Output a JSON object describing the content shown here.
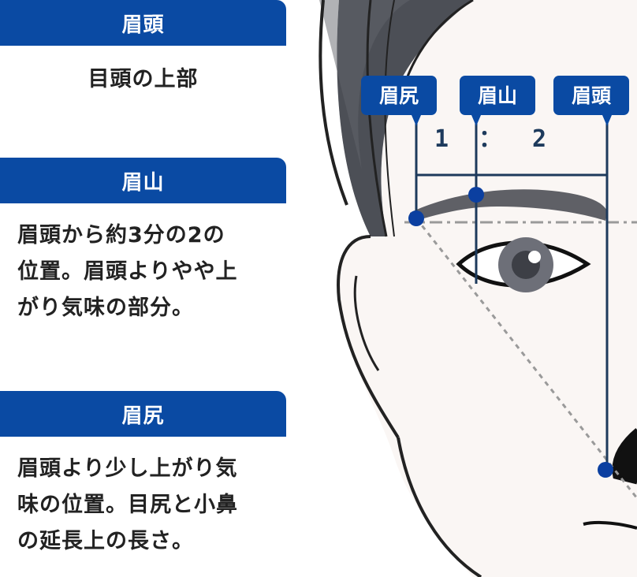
{
  "panels": [
    {
      "title": "眉頭",
      "desc": "目頭の上部"
    },
    {
      "title": "眉山",
      "desc": "眉頭から約3分の2の\n位置。眉頭よりやや上\nがり気味の部分。"
    },
    {
      "title": "眉尻",
      "desc": "眉頭より少し上がり気\n味の位置。目尻と小鼻\nの延長上の長さ。"
    }
  ],
  "diagram": {
    "tags": {
      "tail": "眉尻",
      "peak": "眉山",
      "head": "眉頭"
    },
    "ratio": {
      "left": "1",
      "sep": "：",
      "right": "2"
    }
  },
  "colors": {
    "accent": "#0a4aa3",
    "line": "#1d3a5c",
    "dot": "#0b3fa0",
    "guide": "#9a9a9a"
  }
}
